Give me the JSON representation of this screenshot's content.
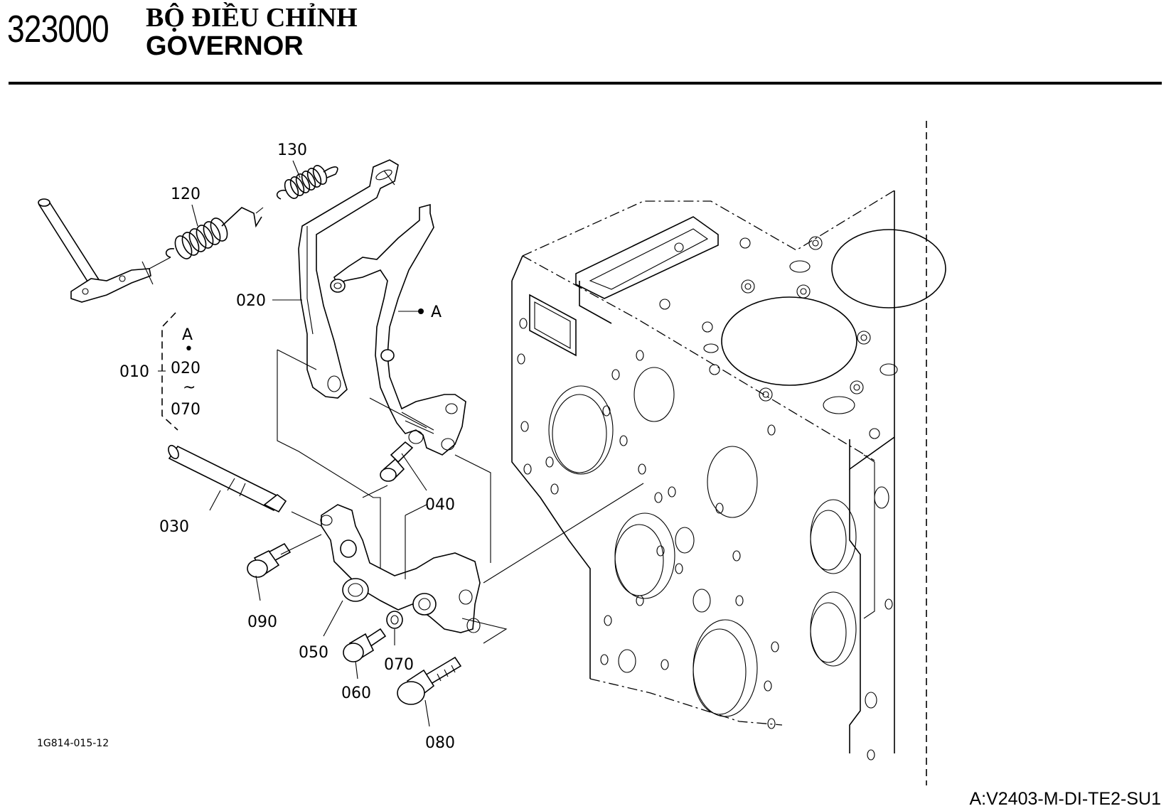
{
  "header": {
    "code": "323000",
    "title_vn": "BỘ ĐIỀU CHỈNH",
    "title_en": "GOVERNOR"
  },
  "diagram": {
    "callouts": {
      "p010": "010",
      "p020": "020",
      "p030": "030",
      "p040": "040",
      "p050": "050",
      "p060": "060",
      "p070": "070",
      "p080": "080",
      "p090": "090",
      "p120": "120",
      "p130": "130",
      "pointA": "A"
    },
    "bracket": {
      "top": "A",
      "dot": "•",
      "from": "020",
      "tilde": "~",
      "to": "070"
    },
    "illustration_code": "1G814-015-12"
  },
  "footer": {
    "model": "A:V2403-M-DI-TE2-SU1"
  }
}
